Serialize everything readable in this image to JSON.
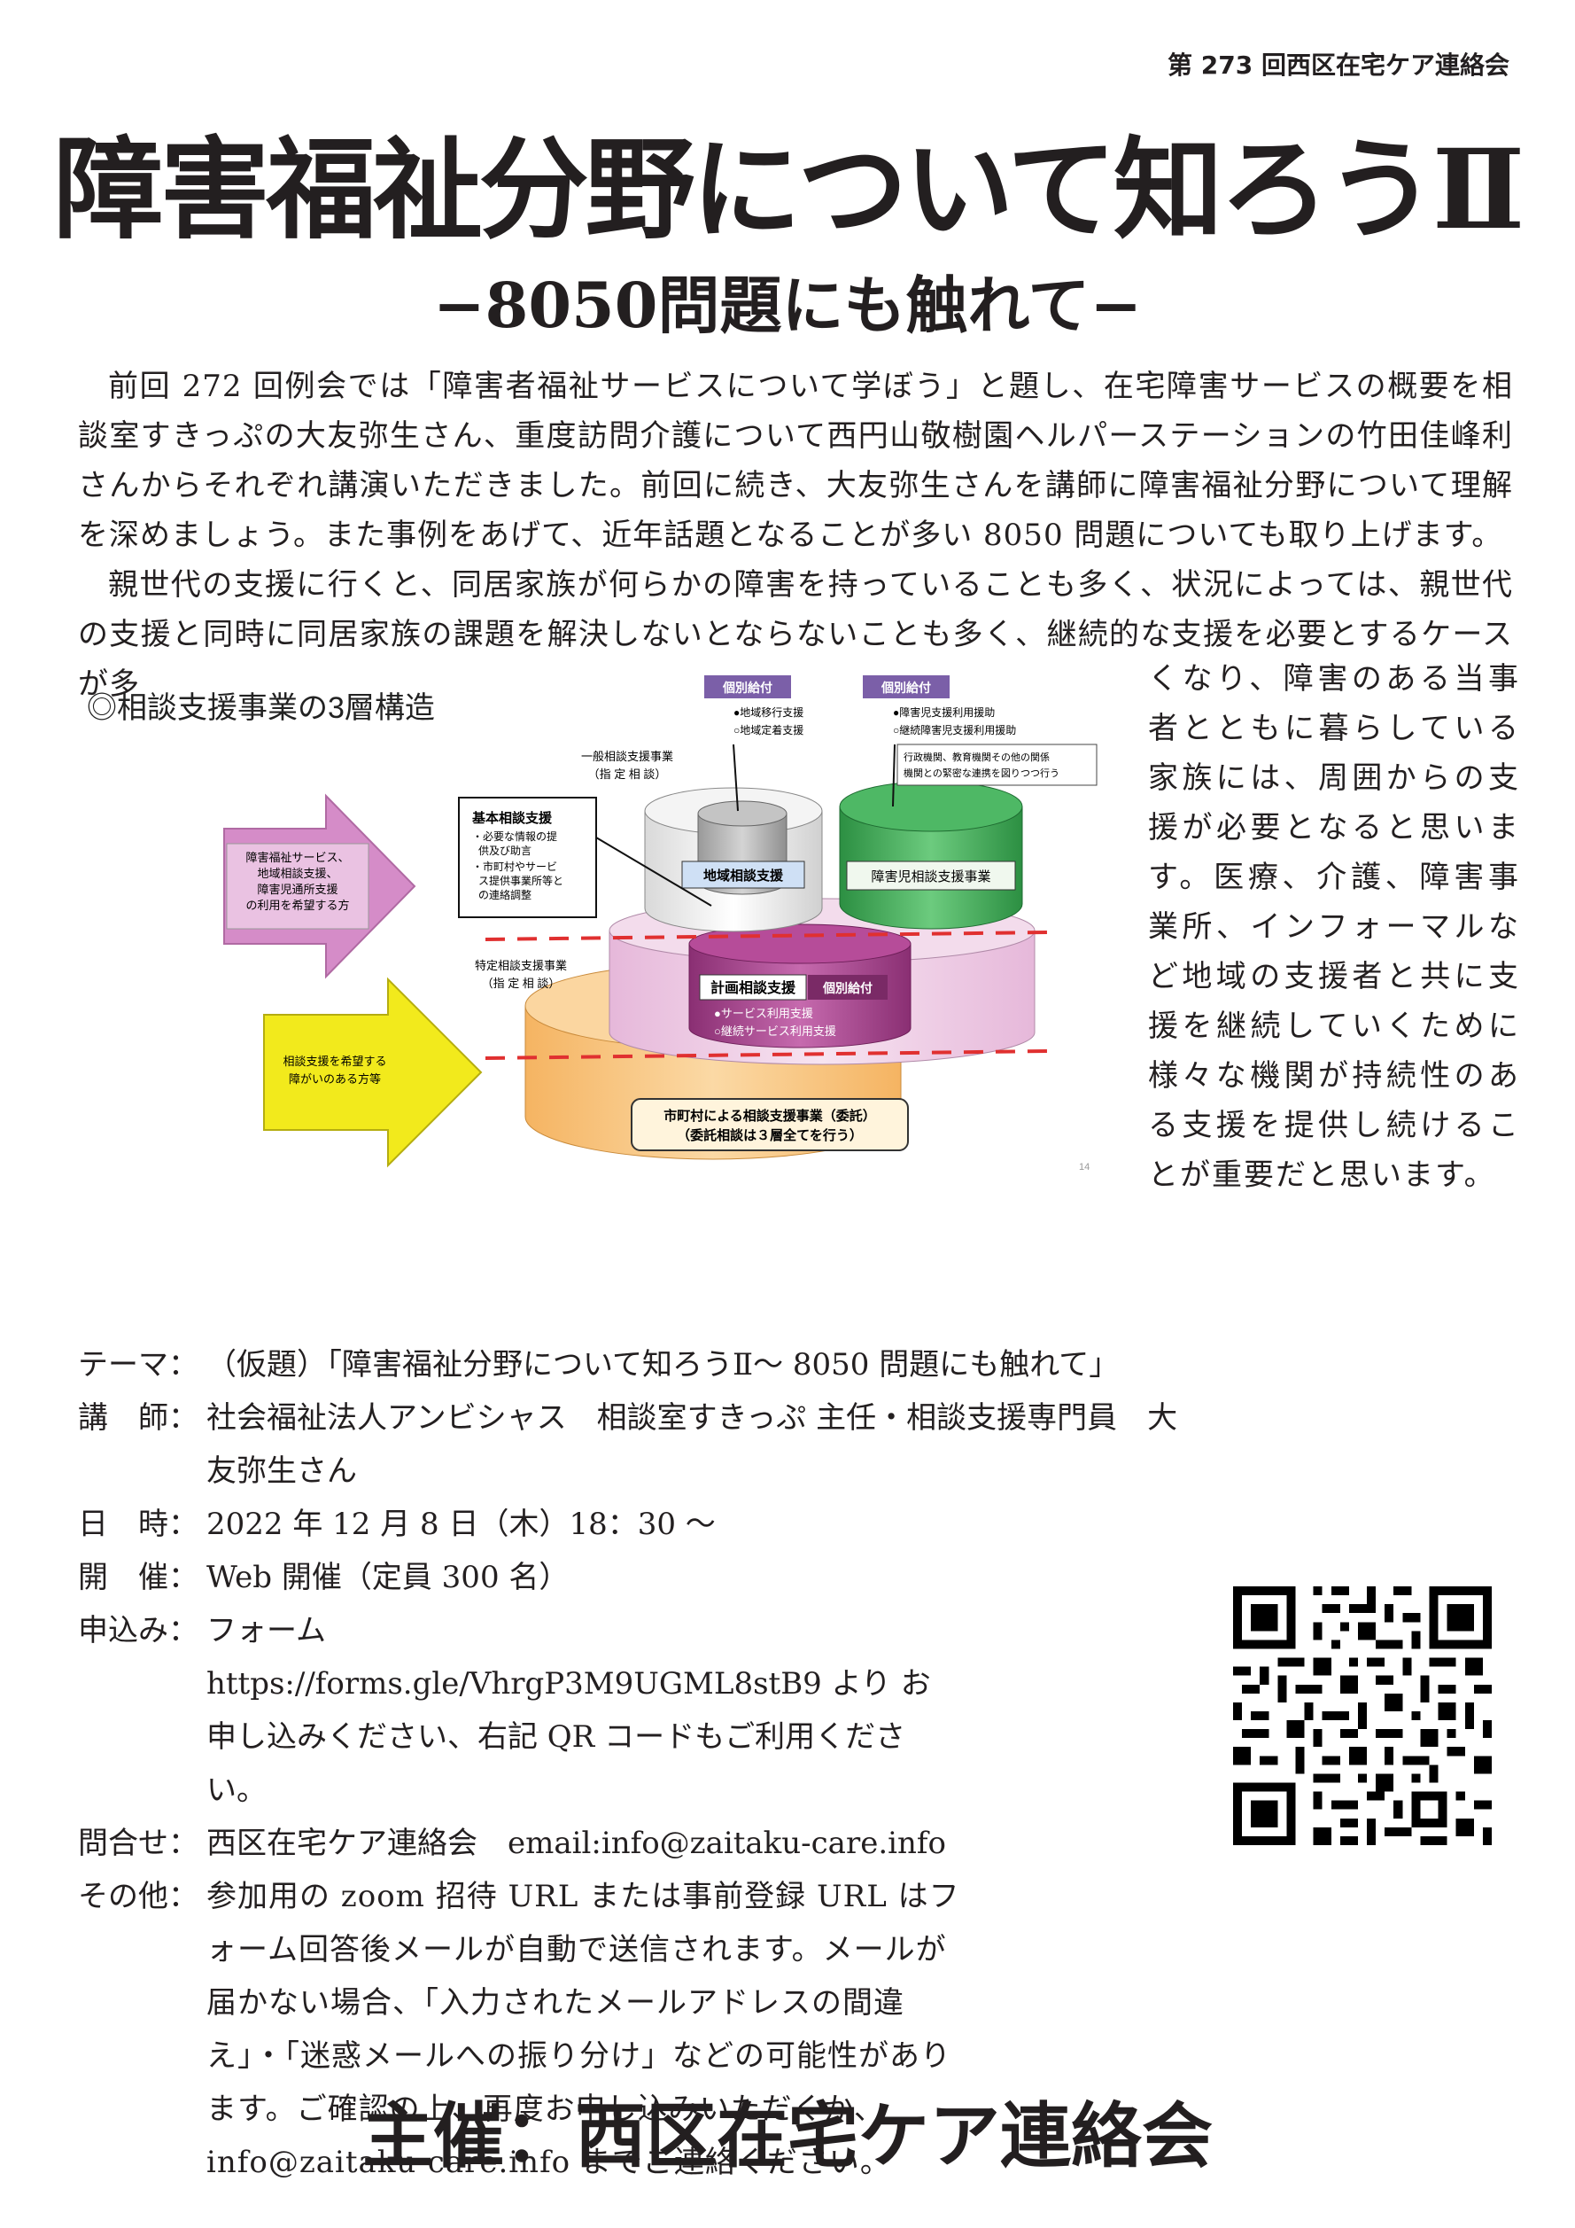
{
  "header": {
    "meeting_no": "第 273 回西区在宅ケア連絡会"
  },
  "title": "障害福祉分野について知ろうⅡ",
  "subtitle": "−8050問題にも触れて−",
  "intro": {
    "p1": "前回 272 回例会では「障害者福祉サービスについて学ぼう」と題し、在宅障害サービスの概要を相談室すきっぷの大友弥生さん、重度訪問介護について西円山敬樹園ヘルパーステーションの竹田佳峰利さんからそれぞれ講演いただきました。前回に続き、大友弥生さんを講師に障害福祉分野について理解を深めましょう。また事例をあげて、近年話題となることが多い 8050 問題についても取り上げます。",
    "p2": "親世代の支援に行くと、同居家族が何らかの障害を持っていることも多く、状況によっては、親世代の支援と同時に同居家族の課題を解決しないとならないことも多く、継続的な支援を必要とするケースが多",
    "p2_cont": "くなり、障害のある当事者とともに暮らしている家族には、周囲からの支援が必要となると思います。医療、介護、障害事業所、インフォーマルなど地域の支援者と共に支援を継続していくために様々な機関が持続性のある支援を提供し続けることが重要だと思います。"
  },
  "diagram": {
    "heading": "◎相談支援事業の3層構造",
    "tag1": "個別給付",
    "tag1_items": [
      "●地域移行支援",
      "○地域定着支援"
    ],
    "tag2": "個別給付",
    "tag2_items": [
      "●障害児支援利用援助",
      "○継続障害児支援利用援助"
    ],
    "admin_note": [
      "行政機関、教育機関その他の関係",
      "機関との緊密な連携を図りつつ行う"
    ],
    "general_label": [
      "一般相談支援事業",
      "（指 定 相 談）"
    ],
    "basic_title": "基本相談支援",
    "basic_items": [
      "・必要な情報の提",
      "供及び助言",
      "・市町村やサービ",
      "ス提供事業所等と",
      "の連絡調整"
    ],
    "community_label": "地域相談支援",
    "child_label": "障害児相談支援事業",
    "specific_label": [
      "特定相談支援事業",
      "（指 定 相 談）"
    ],
    "plan_label": "計画相談支援",
    "plan_tag": "個別給付",
    "plan_items": [
      "●サービス利用支援",
      "○継続サービス利用支援"
    ],
    "arrow1": [
      "障害福祉サービス、",
      "地域相談支援、",
      "障害児通所支援",
      "の利用を希望する方"
    ],
    "arrow2": [
      "相談支援を希望する",
      "障がいのある方等"
    ],
    "municipal": [
      "市町村による相談支援事業（委託）",
      "（委託相談は３層全てを行う）"
    ],
    "page_no": "14"
  },
  "info": {
    "theme_k": "テーマ：",
    "theme_v": "（仮題）「障害福祉分野について知ろうⅡ〜 8050 問題にも触れて」",
    "lecturer_k": "講　師：",
    "lecturer_v": "社会福祉法人アンビシャス　相談室すきっぷ 主任・相談支援専門員　大友弥生さん",
    "date_k": "日　時：",
    "date_v": "2022 年 12 月 8 日（木）18：30 〜",
    "venue_k": "開　催：",
    "venue_v": "Web 開催（定員 300 名）",
    "apply_k": "申込み：",
    "apply_v": "フォーム https://forms.gle/VhrgP3M9UGML8stB9 より お申し込みください、右記 QR コードもご利用ください。",
    "contact_k": "問合せ：",
    "contact_v": "西区在宅ケア連絡会　email:info@zaitaku-care.info",
    "other_k": "その他：",
    "other_v": "参加用の zoom 招待 URL または事前登録 URL はフォーム回答後メールが自動で送信されます。メールが届かない場合、「入力されたメールアドレスの間違え」・「迷惑メールへの振り分け」などの可能性があります。ご確認の上、再度お申し込みいただくか、info@zaitaku-care.info までご連絡ください。"
  },
  "footer": "主催：西区在宅ケア連絡会",
  "colors": {
    "orange": "#f7c27a",
    "pink": "#f0d2e8",
    "purple": "#9e3a83",
    "green": "#39a651",
    "arrow_pink": "#d58cc8",
    "arrow_yellow": "#f2ea1c",
    "dash_red": "#e03030"
  }
}
